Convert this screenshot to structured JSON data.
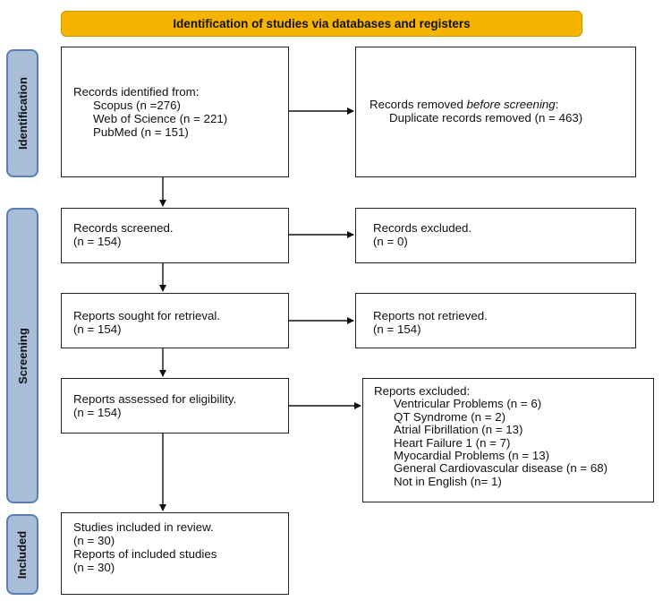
{
  "header": "Identification of studies via databases and registers",
  "phases": {
    "identification": "Identification",
    "screening": "Screening",
    "included": "Included"
  },
  "identified": {
    "title": "Records identified from:",
    "sources": [
      "Scopus (n =276)",
      "Web of Science (n = 221)",
      "PubMed (n = 151)"
    ]
  },
  "removed": {
    "title_prefix": "Records removed ",
    "title_italic": "before screening",
    "title_suffix": ":",
    "item": "Duplicate records removed (n = 463)"
  },
  "screened": {
    "title": "Records screened.",
    "count": "(n = 154)"
  },
  "excluded": {
    "title": "Records excluded.",
    "count": "(n = 0)"
  },
  "sought": {
    "title": "Reports sought for retrieval.",
    "count": "(n = 154)"
  },
  "not_retrieved": {
    "title": "Reports not retrieved.",
    "count": "(n = 154)"
  },
  "assessed": {
    "title": "Reports assessed for eligibility.",
    "count": "(n = 154)"
  },
  "reports_excluded": {
    "title": "Reports excluded:",
    "items": [
      "Ventricular Problems (n = 6)",
      "QT Syndrome (n = 2)",
      "Atrial Fibrillation (n = 13)",
      "Heart Failure 1 (n = 7)",
      "Myocardial Problems (n = 13)",
      "General Cardiovascular disease (n = 68)",
      "Not in English (n= 1)"
    ]
  },
  "included": {
    "lines": [
      "Studies included in review.",
      "(n = 30)",
      "Reports of included studies",
      "(n = 30)"
    ]
  }
}
